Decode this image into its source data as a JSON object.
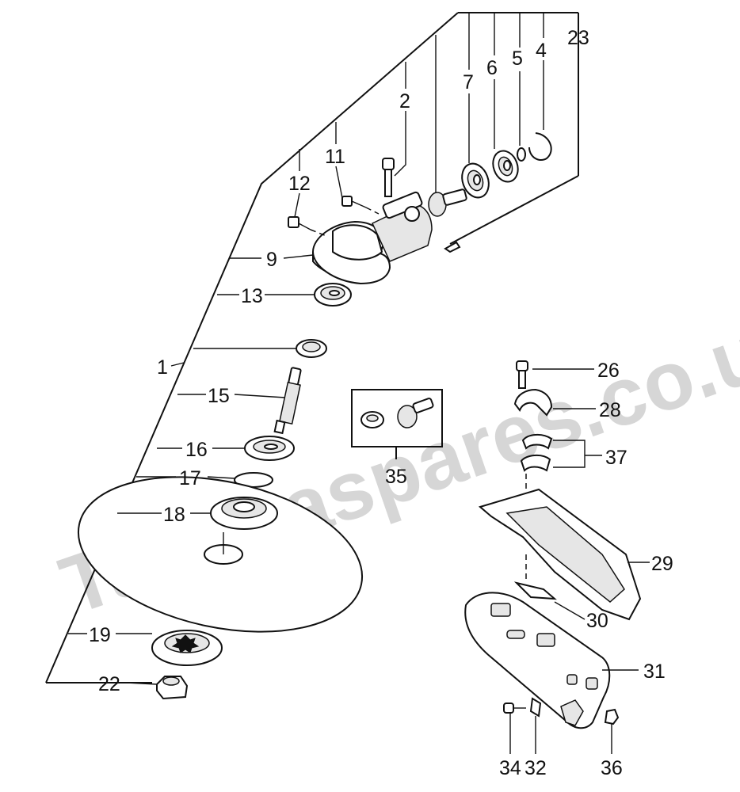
{
  "watermark": "Tanakaspares.co.uk",
  "labels": {
    "p1": "1",
    "p2": "2",
    "p4": "4",
    "p5": "5",
    "p6": "6",
    "p7": "7",
    "p9": "9",
    "p11": "11",
    "p12": "12",
    "p13": "13",
    "p15": "15",
    "p16": "16",
    "p17": "17",
    "p18": "18",
    "p19": "19",
    "p22": "22",
    "p23": "23",
    "p26": "26",
    "p28": "28",
    "p29": "29",
    "p30": "30",
    "p31": "31",
    "p32": "32",
    "p34": "34",
    "p35": "35",
    "p36": "36",
    "p37": "37"
  },
  "colors": {
    "ink": "#111111",
    "watermark": "#cfcfcf",
    "background": "#ffffff"
  }
}
